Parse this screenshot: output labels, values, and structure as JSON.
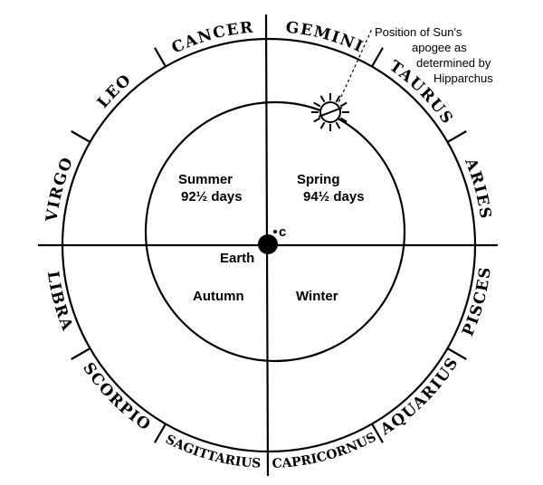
{
  "zodiac_upper": [
    "VIRGO",
    "LEO",
    "CANCER",
    "GEMINI",
    "TAURUS",
    "ARIES"
  ],
  "zodiac_lower": [
    "LIBRA",
    "SCORPIO",
    "SAGITTARIUS",
    "CAPRICORNUS",
    "AQUARIUS",
    "PISCES"
  ],
  "seasons": {
    "summer": {
      "name": "Summer",
      "days": "92½ days"
    },
    "spring": {
      "name": "Spring",
      "days": "94½ days"
    },
    "autumn": {
      "name": "Autumn"
    },
    "winter": {
      "name": "Winter"
    }
  },
  "earth_label": "Earth",
  "center_label": "c",
  "annotation": [
    "Position of Sun's",
    "apogee as",
    "determined by",
    "Hipparchus"
  ]
}
